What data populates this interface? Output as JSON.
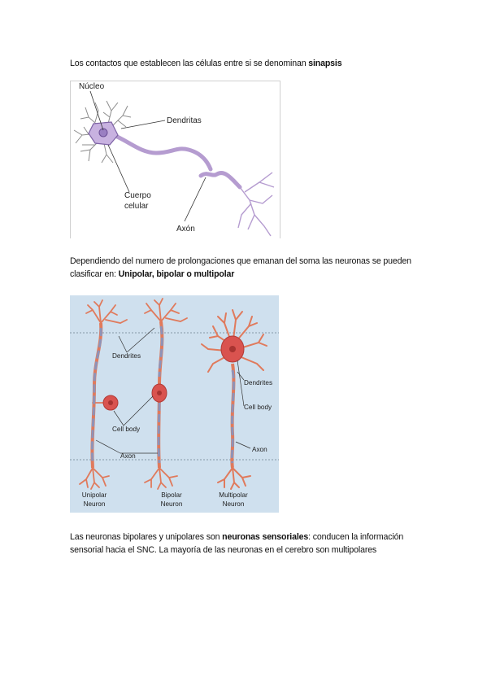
{
  "paragraphs": {
    "p1": {
      "text": "Los contactos que establecen las células entre si se denominan ",
      "bold": "sinapsis"
    },
    "p2": {
      "text": "Dependiendo del numero de prolongaciones que emanan del soma las neuronas se pueden clasificar en: ",
      "bold": "Unipolar, bipolar o multipolar"
    },
    "p3": {
      "before": "Las neuronas bipolares y unipolares son ",
      "bold": "neuronas sensoriales",
      "after": ": conducen la información sensorial hacia el SNC. La mayoría de las neuronas en el cerebro son multipolares"
    }
  },
  "figure1": {
    "labels": {
      "nucleo": "Núcleo",
      "dendritas": "Dendritas",
      "cuerpo_1": "Cuerpo",
      "cuerpo_2": "celular",
      "axon": "Axón"
    },
    "colors": {
      "neuron": "#b59cd0",
      "neuron_dark": "#7e63a6",
      "dendrite": "#8c8c8c"
    }
  },
  "figure2": {
    "labels": {
      "dendrites_left": "Dendrites",
      "cell_body_left": "Cell body",
      "axon_left": "Axon",
      "dendrites_right": "Dendrites",
      "cell_body_right": "Cell body",
      "axon_right": "Axon"
    },
    "neuron_types": [
      {
        "line1": "Unipolar",
        "line2": "Neuron"
      },
      {
        "line1": "Bipolar",
        "line2": "Neuron"
      },
      {
        "line1": "Multipolar",
        "line2": "Neuron"
      }
    ],
    "colors": {
      "background": "#cfe0ee",
      "neuron": "#e07a5c",
      "soma": "#d9534f",
      "myelin": "#8e93b8"
    }
  }
}
